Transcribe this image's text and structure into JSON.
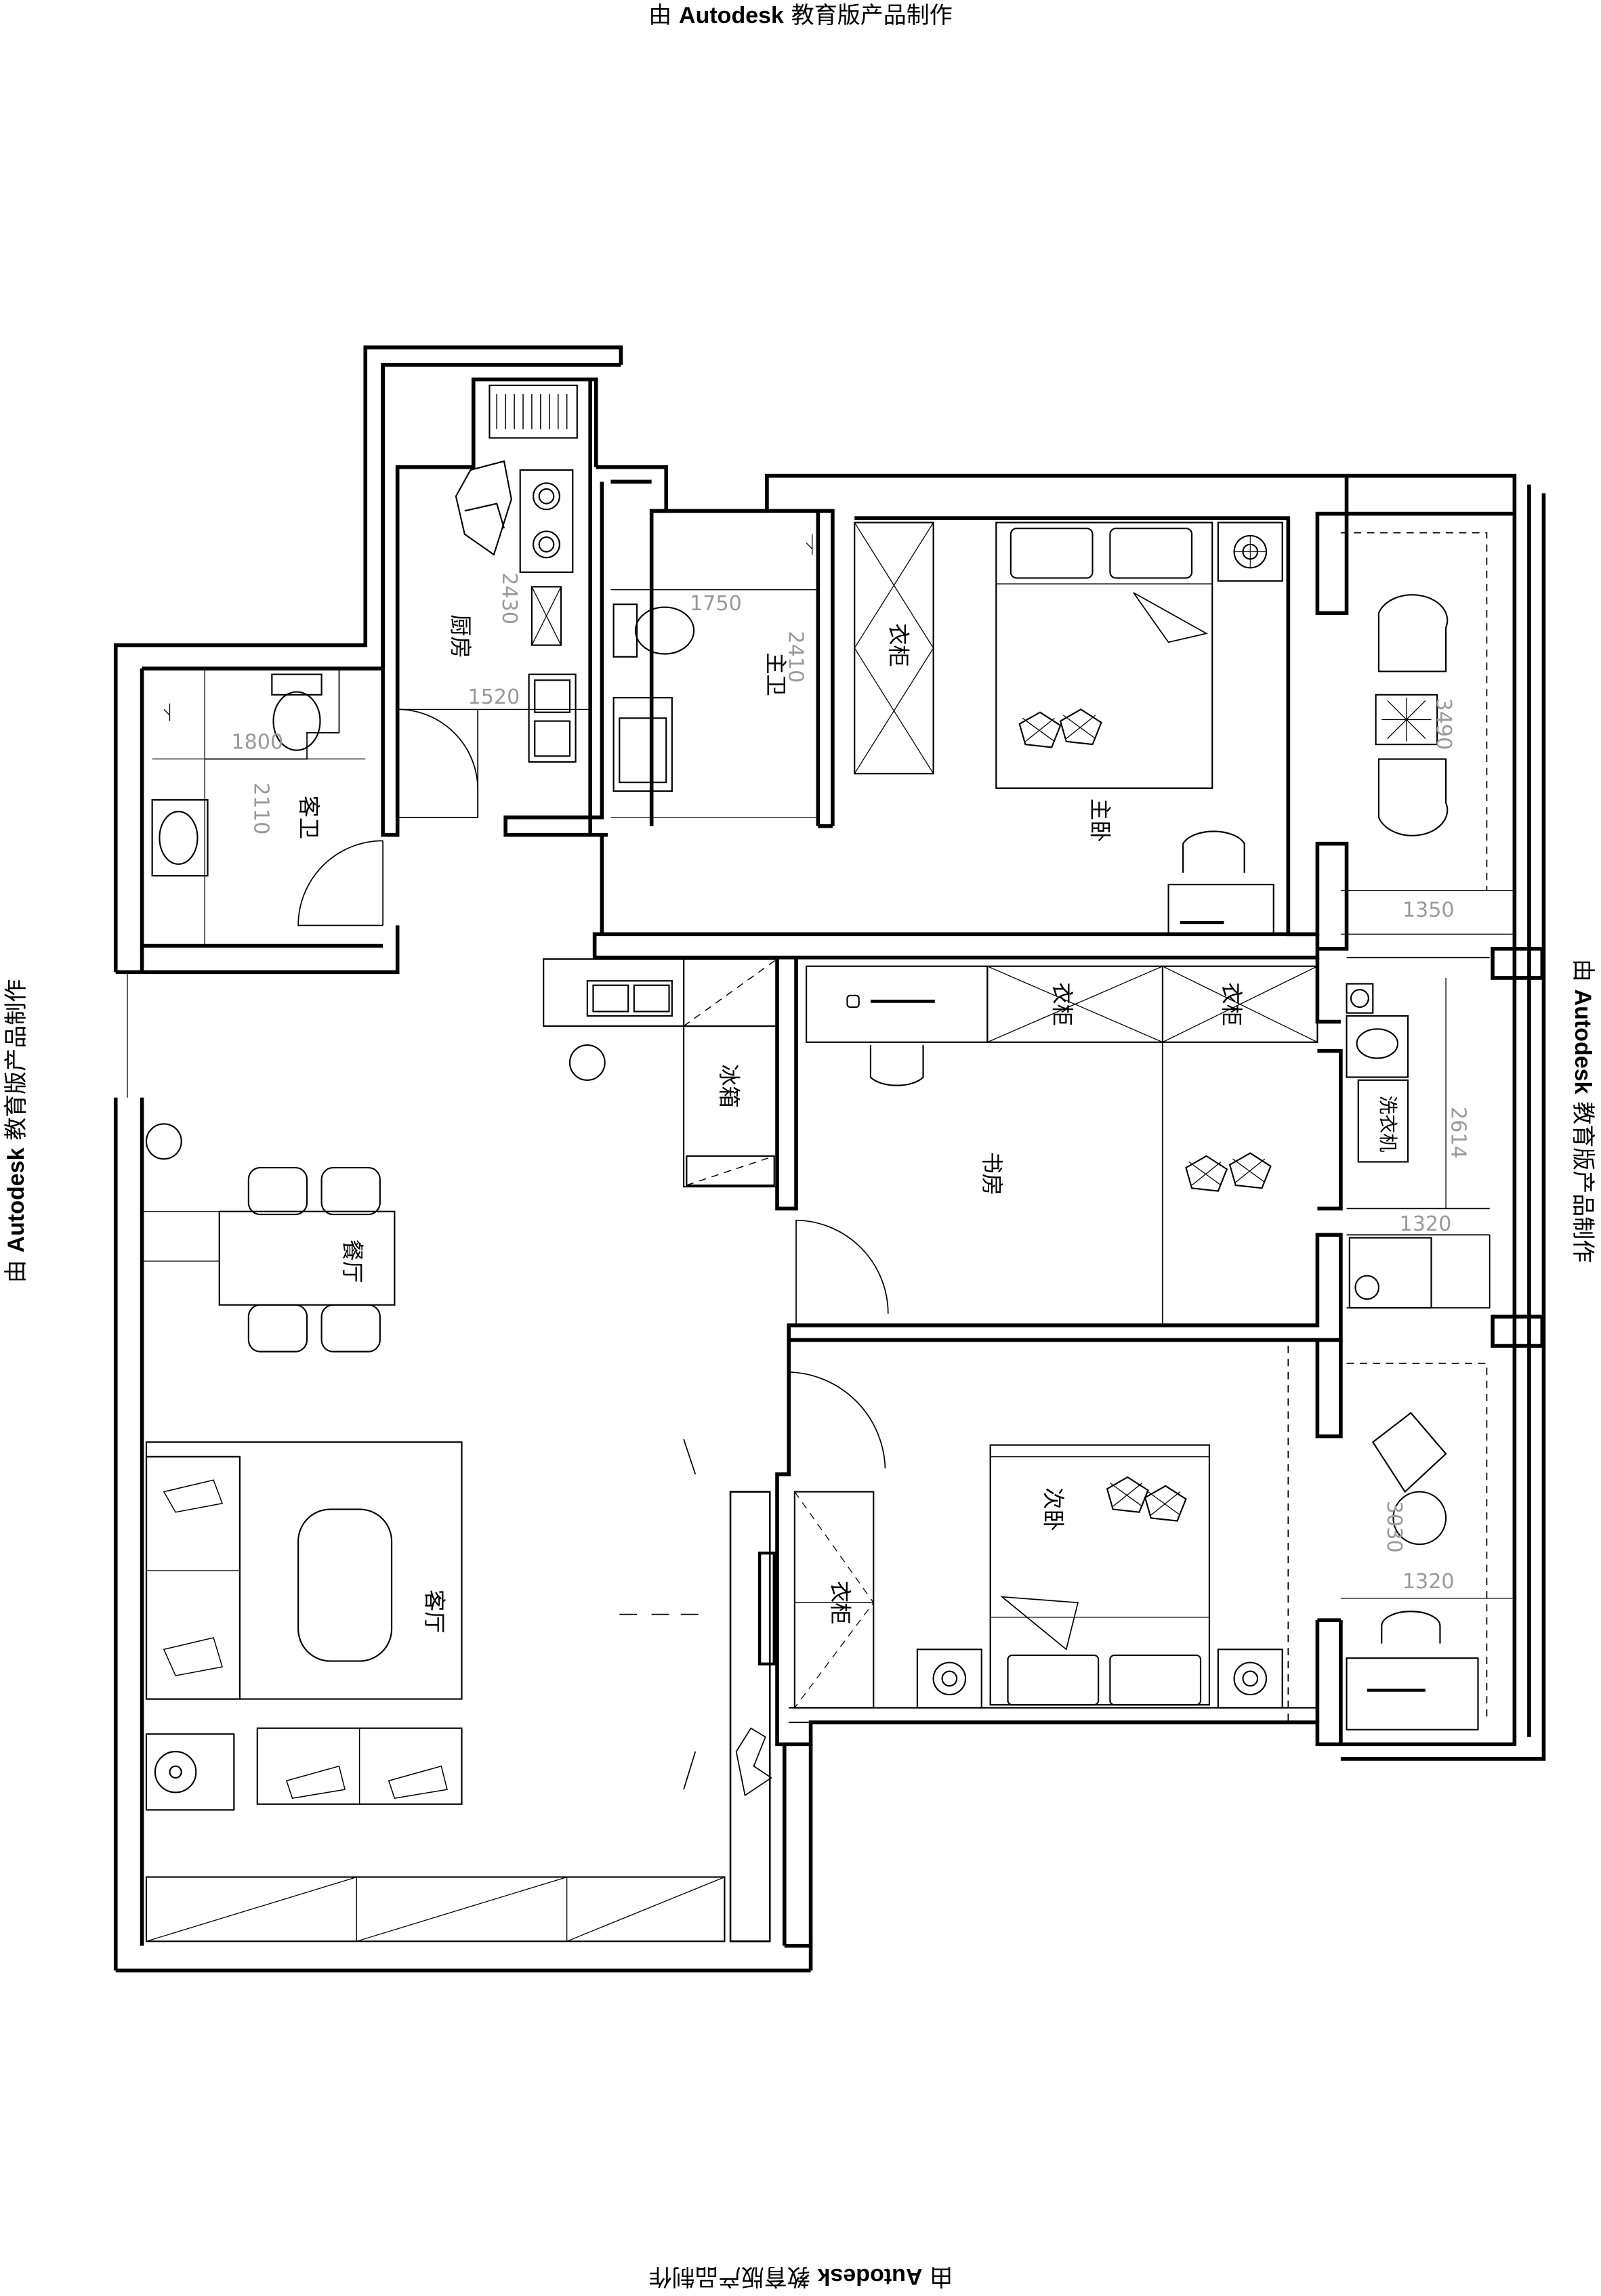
{
  "watermark": {
    "prefix": "由",
    "brand": "Autodesk",
    "suffix": "教育版产品制作"
  },
  "rooms": {
    "kitchen": "厨房",
    "guest_bath": "客卫",
    "master_bath": "主卫",
    "master_bedroom": "主卧",
    "study": "书房",
    "second_bedroom": "次卧",
    "dining": "餐厅",
    "living": "客厅"
  },
  "fixtures": {
    "wardrobe": "衣柜",
    "fridge": "冰箱",
    "washer": "洗衣机"
  },
  "dimensions": {
    "kitchen_depth": "2430",
    "kitchen_width": "1520",
    "master_bath_width": "1750",
    "master_bath_depth": "2410",
    "guest_bath_width": "1800",
    "guest_bath_depth": "2110",
    "balcony_top_length": "3490",
    "balcony_top_width": "1350",
    "balcony_mid_length": "2614",
    "balcony_mid_width": "1320",
    "balcony_bottom_length": "3030",
    "balcony_bottom_width": "1320"
  }
}
